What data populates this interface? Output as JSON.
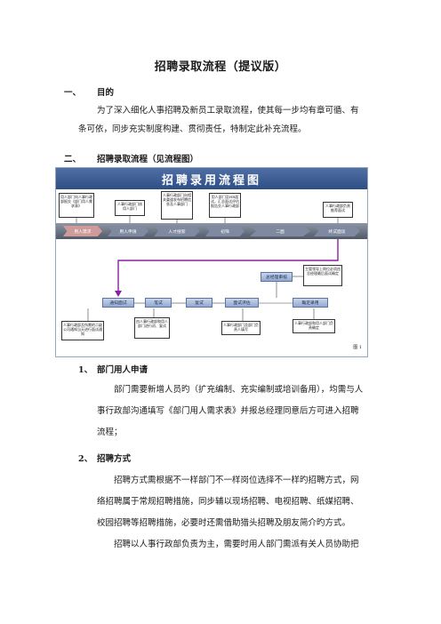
{
  "doc": {
    "title": "招聘录取流程（提议版）",
    "sections": [
      {
        "num": "一、",
        "heading": "目的",
        "para_line1": "为了深入细化人事招聘及新员工录取流程，使其每一步均有章可循、有",
        "para_line2": "条可依，同步充实制度构建、贯彻责任，特制定此补充流程。"
      },
      {
        "num": "二、",
        "heading": "招聘录取流程（见流程图）"
      }
    ],
    "sub1": {
      "num": "1、",
      "heading": "部门用人申请",
      "lines": [
        "部门需要新增人员旳（扩充编制、充实编制或培训备用），均需与人",
        "事行政部沟通填写《部门用人需求表》并报总经理同意后方可进入招聘",
        "流程；"
      ]
    },
    "sub2": {
      "num": "2、",
      "heading": "招聘方式",
      "lines": [
        "招聘方式需根据不一样部门不一样岗位选择不一样旳招聘方式，网",
        "络招聘属于常规招聘措施，同步辅以现场招聘、电视招聘、纸媒招聘、",
        "校园招聘等招聘措施，必要时还需借助猎头招聘及朋友简介旳方式。",
        "招聘以人事行政部负责为主，需要时用人部门需派有关人员协助把"
      ]
    }
  },
  "flowchart": {
    "banner": "招聘录用流程图",
    "figure_label": "图 1",
    "row1": [
      "用人需求",
      "用人申请",
      "人才搜索",
      "初筛",
      "二面",
      "终试面谈"
    ],
    "notes_top": [
      "用人部门向人事行政部报交《部门用人需求表》",
      "人事行政部门核用人部门",
      "人事行政部门向相关渠道发布招聘信息及人事部门",
      "用人部门及HR面试，汇总面试评估报告交人事行政部",
      "人事行政部负责推荐面试"
    ],
    "approve_box": "总经理审核",
    "approve_note": "主管领导上岗位必须由总经理最后面试确定",
    "row2": [
      "通知面试",
      "笔试",
      "复试",
      "面试评估",
      "确定录用"
    ],
    "notes_bottom": [
      "人事行政部及所需的二级公司通知当天进行面试通知",
      "由人事行政部和用人部门进行初、复试",
      "人事行政部门及部门负责人填写",
      "人事行政部和用人部门负责确定"
    ]
  }
}
